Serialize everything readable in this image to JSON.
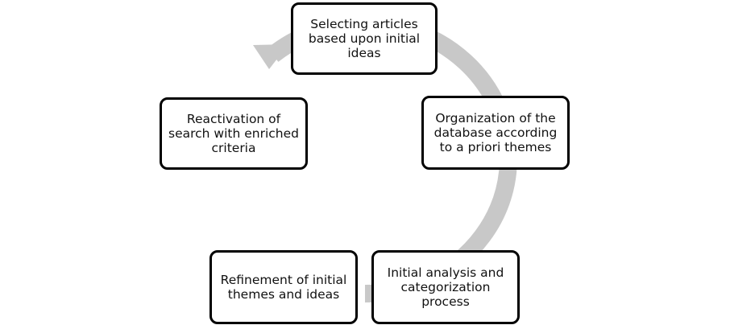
{
  "diagram": {
    "type": "cycle",
    "colors": {
      "ring": "#c8c8c8",
      "box_border": "#000000",
      "box_fill": "#ffffff",
      "text": "#111111"
    },
    "steps": [
      {
        "label": "Selecting articles based upon initial ideas"
      },
      {
        "label": "Organization of the database according to a priori themes"
      },
      {
        "label": "Initial analysis and categorization process"
      },
      {
        "label": "Refinement of initial themes and ideas"
      },
      {
        "label": "Reactivation of search with enriched criteria"
      }
    ]
  }
}
